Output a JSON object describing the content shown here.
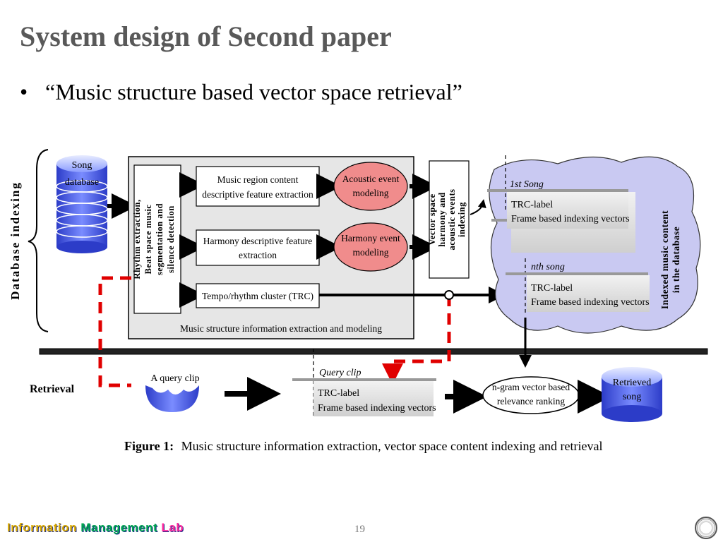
{
  "slide": {
    "title": "System design of Second paper",
    "bullet": "“Music structure based vector space retrieval”",
    "page_number": "19",
    "footer_lab": [
      "Information",
      "Management",
      "Lab"
    ]
  },
  "figure": {
    "section_indexing": "Database indexing",
    "section_retrieval": "Retrieval",
    "song_db": [
      "Song",
      "database"
    ],
    "rhythm_box": [
      "Rhythm extraction,",
      "Beat space music",
      "segmentation and",
      "silence detection"
    ],
    "region_box": [
      "Music region content",
      "descriptive feature extraction"
    ],
    "harmony_box": [
      "Harmony descriptive feature",
      "extraction"
    ],
    "tempo_box": "Tempo/rhythm cluster (TRC)",
    "acoustic_ellipse": [
      "Acoustic event",
      "modeling"
    ],
    "harmony_ellipse": [
      "Harmony event",
      "modeling"
    ],
    "extraction_caption": "Music structure information extraction and  modeling",
    "vector_space_box": [
      "Vector space",
      "harmony and",
      "acoustic events",
      "indexing"
    ],
    "first_song": "1st Song",
    "nth_song": "nth song",
    "trc_label": "TRC-label",
    "frame_vectors": "Frame based indexing vectors",
    "indexed_content": [
      "Indexed music content",
      "in the database"
    ],
    "query_clip": "A query clip",
    "query_clip_italic": "Query clip",
    "ngram": [
      "n-gram vector based",
      "relevance ranking"
    ],
    "retrieved_song": [
      "Retrieved",
      "song"
    ],
    "caption_bold": "Figure 1:",
    "caption_text": "Music structure information extraction, vector space content indexing and retrieval"
  },
  "colors": {
    "title": "#595959",
    "ellipse_fill": "#f08c8c",
    "cylinder_blue": "#4d5fe0",
    "cloud_fill": "#c9c9f2",
    "red_dash": "#e00000",
    "panel_gray": "#e6e6e6"
  }
}
